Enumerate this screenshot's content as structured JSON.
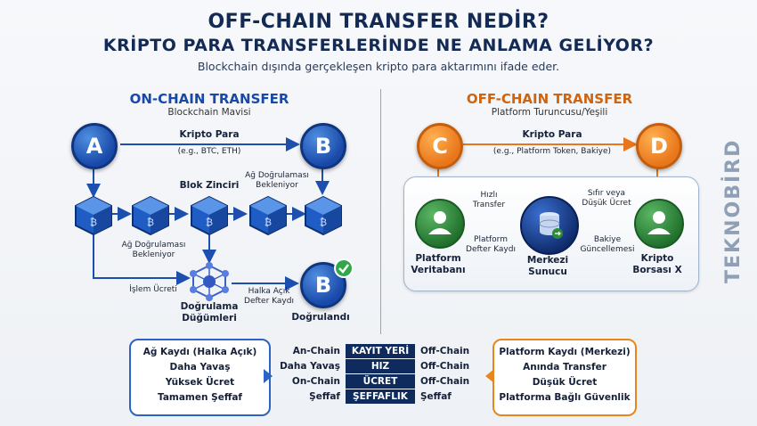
{
  "header": {
    "title_line1": "OFF-CHAIN TRANSFER NEDİR?",
    "title_line2": "KRİPTO PARA TRANSFERLERİNDE NE ANLAMA GELİYOR?",
    "subtitle": "Blockchain dışında gerçekleşen kripto para aktarımını ifade eder."
  },
  "onchain": {
    "title": "ON-CHAIN TRANSFER",
    "subtitle": "Blockchain Mavisi",
    "node_a": "A",
    "node_b": "B",
    "node_b2": "B",
    "arrow_label": "Kripto Para",
    "arrow_sub": "(e.g., BTC, ETH)",
    "pending_right": "Ağ Doğrulaması Bekleniyor",
    "block_chain": "Blok Zinciri",
    "pending_left": "Ağ Doğrulaması Bekleniyor",
    "fee": "İşlem Ücreti",
    "validators": "Doğrulama Düğümleri",
    "ledger": "Halka Açık Defter Kaydı",
    "verified": "Doğrulandı"
  },
  "offchain": {
    "title": "OFF-CHAIN TRANSFER",
    "subtitle": "Platform Turuncusu/Yeşili",
    "node_c": "C",
    "node_d": "D",
    "arrow_label": "Kripto Para",
    "arrow_sub": "(e.g., Platform Token, Bakiye)",
    "fast": "Hızlı Transfer",
    "platform_ledger": "Platform Defter Kaydı",
    "zero_fee": "Sıfır veya Düşük Ücret",
    "balance_update": "Bakiye Güncellemesi",
    "db": "Platform Veritabanı",
    "server": "Merkezi Sunucu",
    "exchange": "Kripto Borsası X"
  },
  "comparison": {
    "left": [
      "Ağ Kaydı (Halka Açık)",
      "Daha Yavaş",
      "Yüksek Ücret",
      "Tamamen Şeffaf"
    ],
    "mid_left": [
      "An-Chain",
      "Daha Yavaş",
      "On-Chain",
      "Şeffaf"
    ],
    "mid_labels": [
      "KAYIT YERİ",
      "HIZ",
      "ÜCRET",
      "ŞEFFAFLIK"
    ],
    "mid_right": [
      "Off-Chain",
      "Off-Chain",
      "Off-Chain",
      "Şeffaf"
    ],
    "right": [
      "Platform Kaydı (Merkezi)",
      "Anında Transfer",
      "Düşük Ücret",
      "Platforma Bağlı Güvenlik"
    ]
  },
  "brand": {
    "text": "TEKNOBİRD"
  },
  "colors": {
    "blue": "#1848a8",
    "orange": "#e8761a",
    "green": "#2f8a3a",
    "navy": "#0f2a5c"
  }
}
